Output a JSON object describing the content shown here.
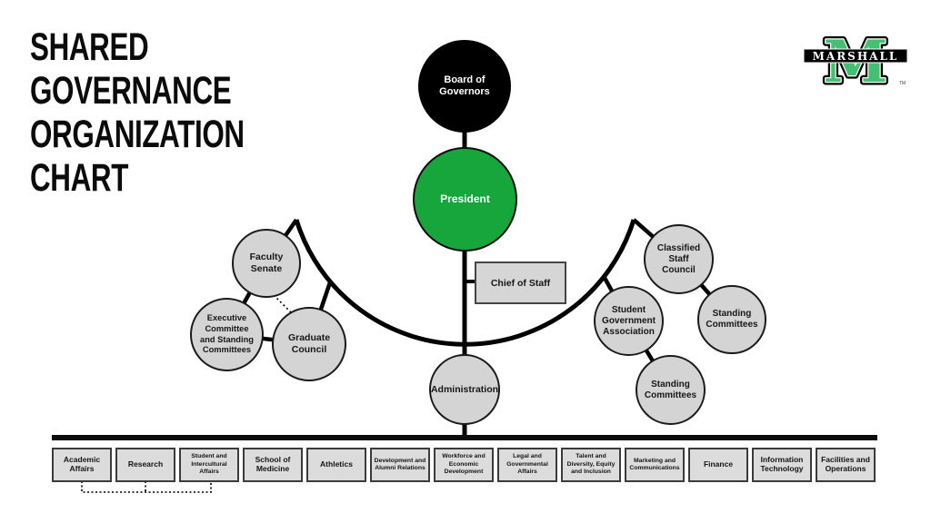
{
  "title": "SHARED GOVERNANCE ORGANIZATION CHART",
  "logo": {
    "monogram": "M",
    "wordmark": "MARSHALL",
    "trademark": "TM"
  },
  "org": {
    "board_of_governors": "Board of Governors",
    "president": "President",
    "chief_of_staff": "Chief of Staff",
    "administration": "Administration",
    "faculty_senate": "Faculty Senate",
    "executive_committee": "Executive Committee and Standing Committees",
    "graduate_council": "Graduate Council",
    "classified_staff_council": "Classified Staff Council",
    "student_government_association": "Student Government Association",
    "classified_standing_committees": "Standing Committees",
    "sga_standing_committees": "Standing Committees"
  },
  "departments": [
    "Academic Affairs",
    "Research",
    "Student and Intercultural Affairs",
    "School of Medicine",
    "Athletics",
    "Development and Alumni Relations",
    "Workforce and Economic Development",
    "Legal and Governmental Affairs",
    "Talent and Diversity, Equity and Inclusion",
    "Marketing and Communications",
    "Finance",
    "Information Technology",
    "Facilities and Operations"
  ],
  "colors": {
    "president_green": "#17a63c",
    "logo_green": "#45bf72",
    "board_black": "#000000",
    "node_gray": "#d4d4d4",
    "line_black": "#000000"
  }
}
